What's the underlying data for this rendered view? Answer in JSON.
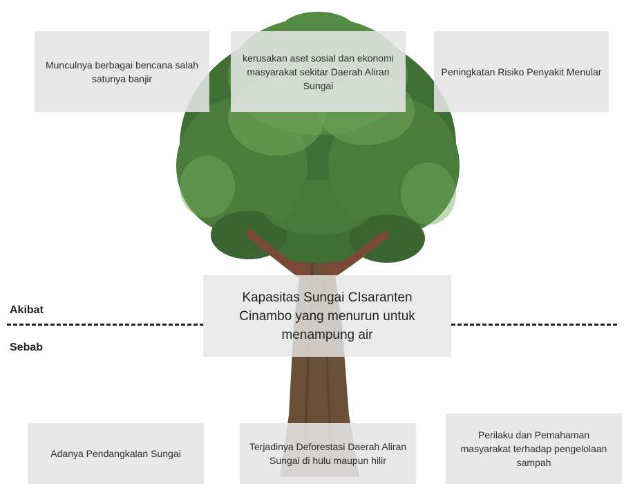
{
  "labels": {
    "effect": "Akibat",
    "cause": "Sebab"
  },
  "problem": "Kapasitas Sungai CIsaranten Cinambo yang menurun untuk menampung air",
  "effects": [
    "Munculnya berbagai bencana salah satunya banjir",
    "kerusakan aset sosial dan ekonomi masyarakat sekitar Daerah Aliran Sungai",
    "Peningkatan Risiko Penyakit Menular"
  ],
  "causes": [
    "Adanya Pendangkalan Sungai",
    "Terjadinya Deforestasi Daerah Aliran Sungai di hulu maupun hilir",
    "Perilaku dan Pemahaman masyarakat terhadap pengelolaan sampah"
  ],
  "colors": {
    "foliage_dark": "#3f6f34",
    "foliage_mid": "#558a44",
    "foliage_light": "#72a85b",
    "trunk": "#6b5038",
    "branch": "#7a4a36",
    "box_fill": "#e5e5e5",
    "divider": "#222222"
  }
}
